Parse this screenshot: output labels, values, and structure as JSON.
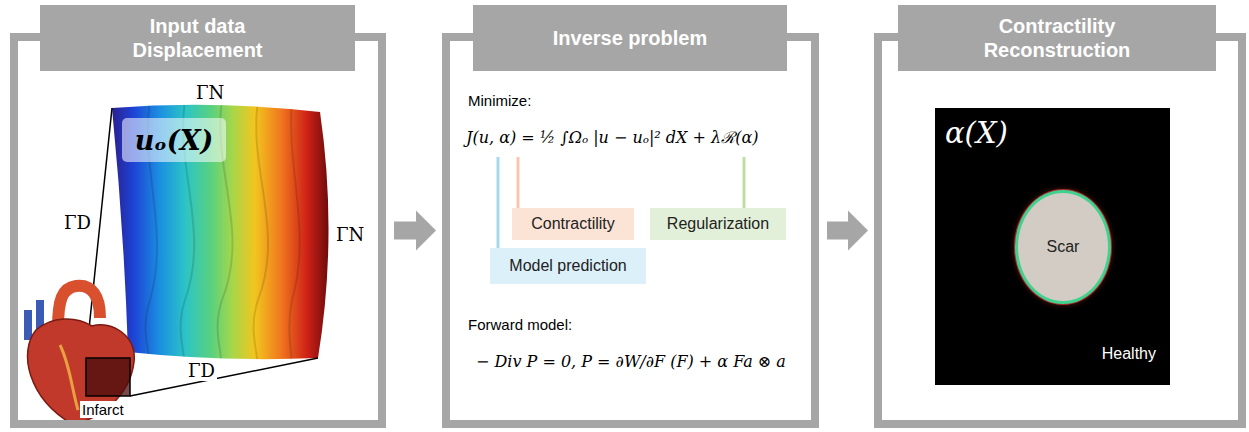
{
  "diagram": {
    "nodes": [
      {
        "text": [
          "Input data Displacement"
        ]
      },
      {
        "text": [
          "uₒ(X)"
        ],
        "in": 0
      },
      {
        "text": [
          "Inverse problem"
        ]
      },
      {
        "text": [
          "Contractility"
        ],
        "in": 2
      },
      {
        "text": [
          "Regularization"
        ],
        "in": 2
      },
      {
        "text": [
          "Model prediction"
        ],
        "in": 2
      },
      {
        "text": [
          "Contractility Reconstruction"
        ]
      },
      {
        "text": [
          "α(X)",
          "Healthy"
        ],
        "in": 6
      },
      {
        "text": [
          "Scar"
        ],
        "in": 7
      }
    ],
    "edges": [
      {
        "from": 0,
        "to": 2,
        "arrow": "to"
      },
      {
        "from": 2,
        "to": 6,
        "arrow": "to"
      }
    ],
    "labels": [
      "ΓN",
      "ΓD",
      "ΓN",
      "ΓD",
      "Infarct",
      "Minimize:",
      "J(u, α) = ½ ∫Ωₒ |u − uₒ|² dX + λℛ(α)",
      "Forward model:",
      "− Div P = 0,   P = ∂W/∂F (F) + α Fa ⊗ a"
    ]
  }
}
